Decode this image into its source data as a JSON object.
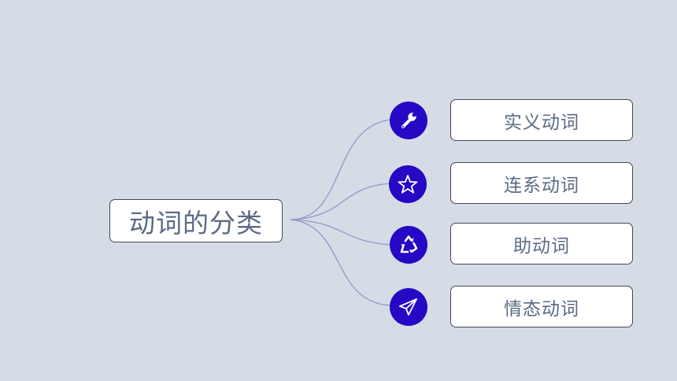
{
  "diagram": {
    "root": {
      "label": "动词的分类"
    },
    "branches": [
      {
        "label": "实义动词",
        "icon": "wrench-icon"
      },
      {
        "label": "连系动词",
        "icon": "star-icon"
      },
      {
        "label": "助动词",
        "icon": "recycle-icon"
      },
      {
        "label": "情态动词",
        "icon": "paper-plane-icon"
      }
    ],
    "colors": {
      "background": "#d6dce5",
      "icon_circle": "#2509c4",
      "connector": "#8f97cc",
      "text": "#5a6b84",
      "box_border": "#444a52"
    }
  }
}
